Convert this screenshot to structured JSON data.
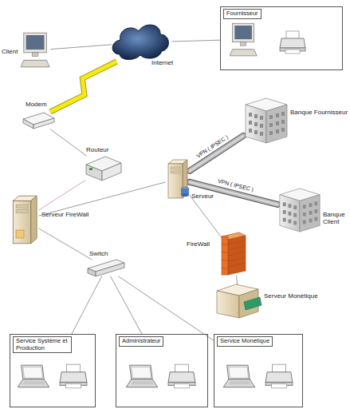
{
  "diagram": {
    "nodes": [
      {
        "text": [
          "Fournisseur"
        ]
      },
      {
        "text": [
          "Client"
        ]
      },
      {
        "text": [
          "Internet"
        ]
      },
      {
        "text": [
          "Modem"
        ]
      },
      {
        "text": [
          "Routeur"
        ]
      },
      {
        "text": [
          "Serveur FireWall"
        ]
      },
      {
        "text": [
          "Serveur"
        ]
      },
      {
        "text": [
          "Banque Fournisseur"
        ]
      },
      {
        "text": [
          "Banque Client"
        ]
      },
      {
        "text": [
          "FireWall"
        ]
      },
      {
        "text": [
          "Serveur Monétique"
        ]
      },
      {
        "text": [
          "Switch"
        ]
      },
      {
        "text": [
          "Service Système et Production"
        ]
      },
      {
        "text": [
          "Administrateur"
        ]
      },
      {
        "text": [
          "Service Monétique"
        ]
      }
    ],
    "edges": [
      {
        "from": 1,
        "to": 2,
        "arrow": "none"
      },
      {
        "from": 2,
        "to": 0,
        "arrow": "none"
      },
      {
        "from": 2,
        "to": 3,
        "arrow": "none"
      },
      {
        "from": 3,
        "to": 4,
        "arrow": "none"
      },
      {
        "from": 4,
        "to": 5,
        "arrow": "none"
      },
      {
        "from": 5,
        "to": 6,
        "arrow": "none"
      },
      {
        "from": 6,
        "to": 7,
        "label": "VPN ( IPSEC )",
        "arrow": "none"
      },
      {
        "from": 6,
        "to": 8,
        "label": "VPN ( IPSEC )",
        "arrow": "none"
      },
      {
        "from": 6,
        "to": 9,
        "arrow": "none"
      },
      {
        "from": 9,
        "to": 10,
        "arrow": "none"
      },
      {
        "from": 5,
        "to": 11,
        "arrow": "none"
      },
      {
        "from": 11,
        "to": 12,
        "arrow": "none"
      },
      {
        "from": 11,
        "to": 13,
        "arrow": "none"
      },
      {
        "from": 11,
        "to": 14,
        "arrow": "none"
      }
    ]
  }
}
